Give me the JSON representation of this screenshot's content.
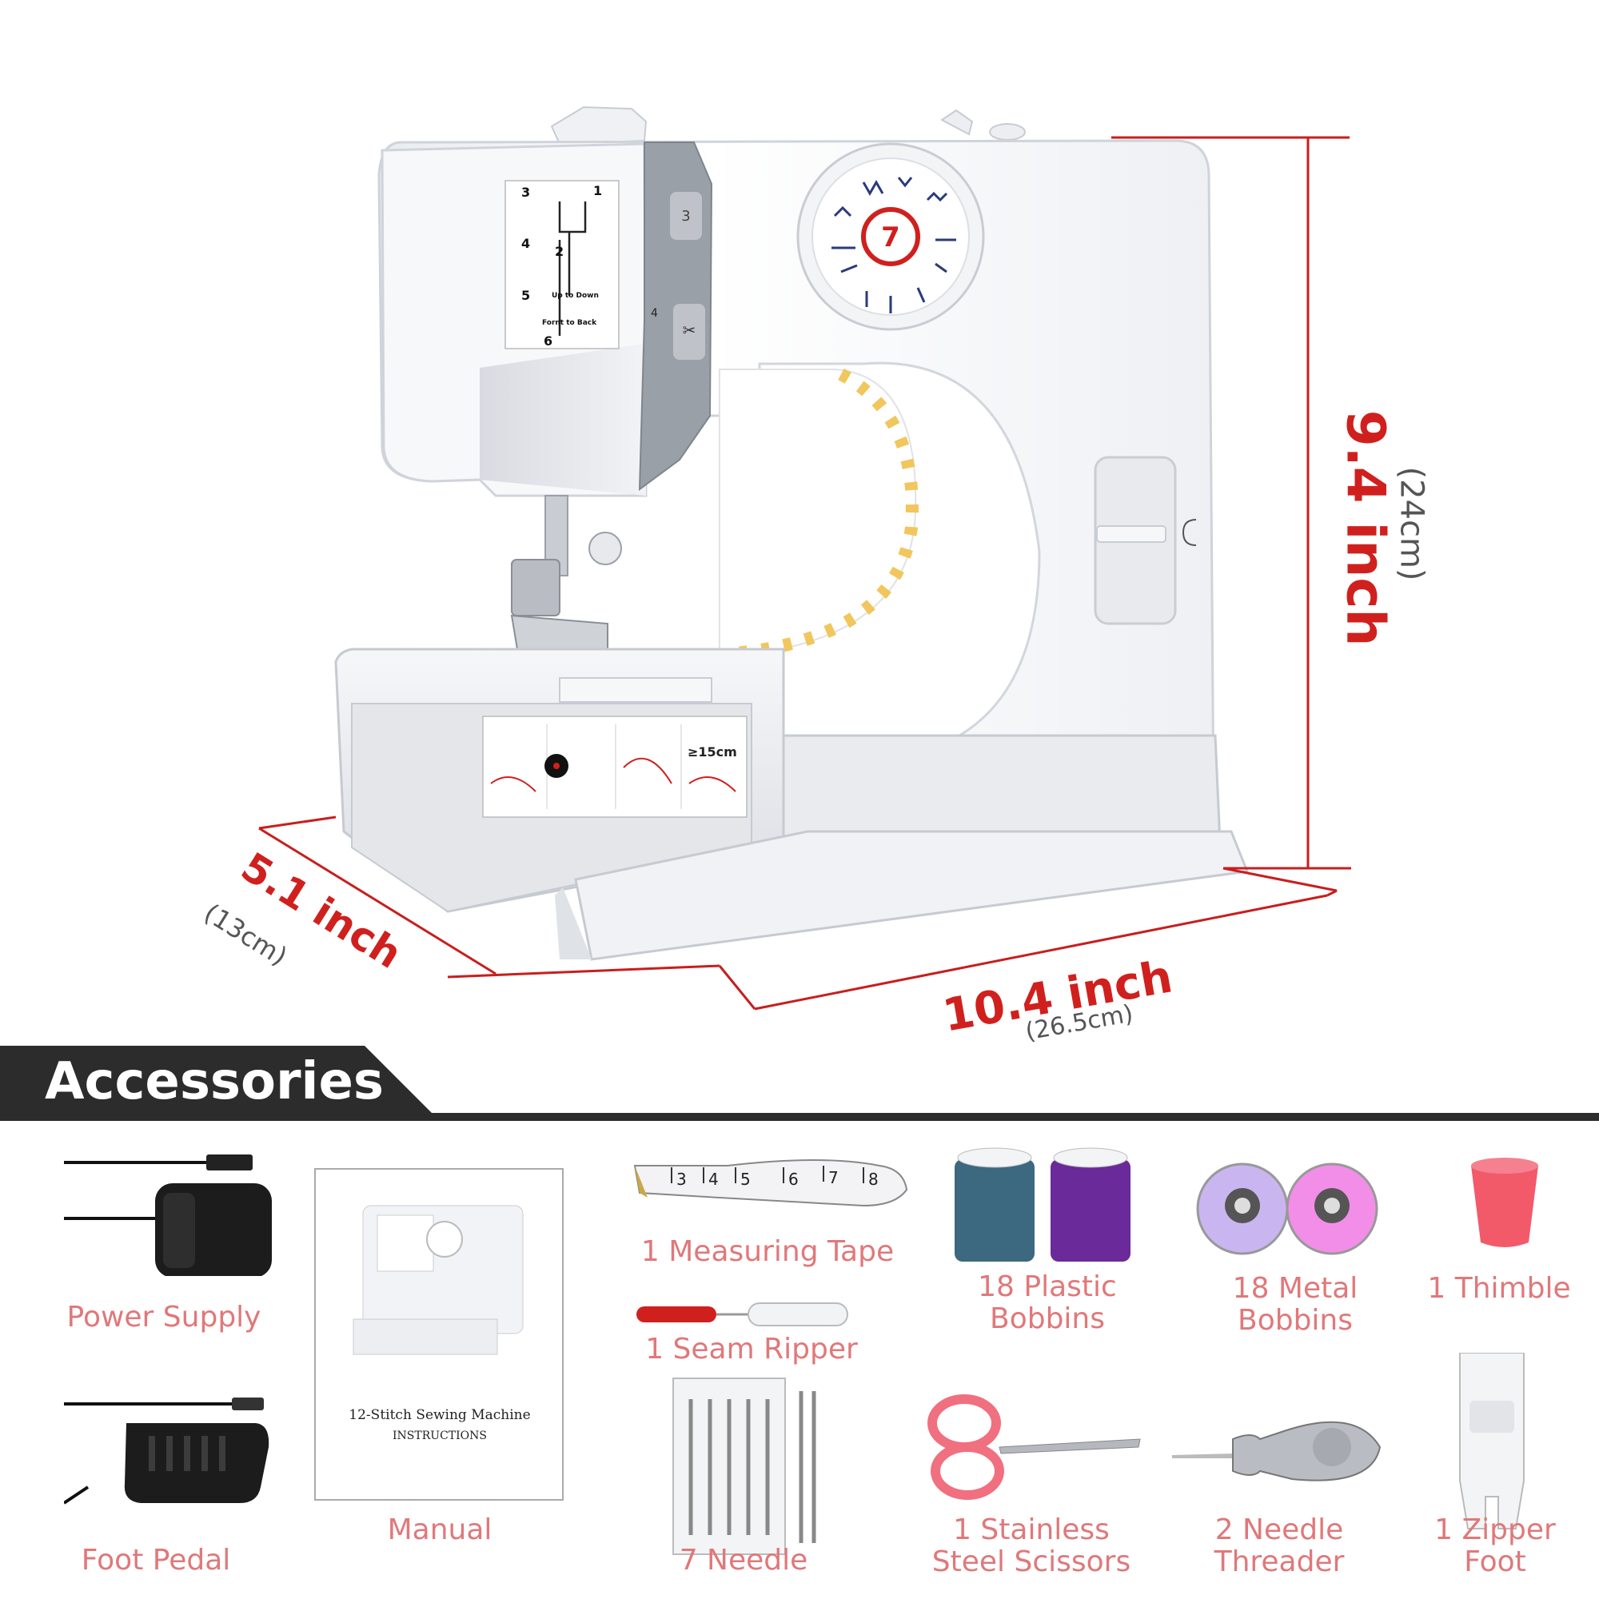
{
  "dimensions": {
    "height": {
      "main": "9.4 inch",
      "sub": "(24cm)"
    },
    "width": {
      "main": "10.4 inch",
      "sub": "(26.5cm)"
    },
    "depth": {
      "main": "5.1 inch",
      "sub": "(13cm)"
    },
    "line_color": "#c81e1e"
  },
  "machine": {
    "threading_numbers": [
      "1",
      "2",
      "3",
      "4",
      "5",
      "6"
    ],
    "threading_up_down": "Up to Down",
    "threading_front_back": "Fornt to Back",
    "side_number": "4",
    "top_number": "3",
    "stitch_selected": "7",
    "bed_sticker_text": "≥15cm"
  },
  "section": {
    "title": "Accessories",
    "banner_color": "#2c2c2c"
  },
  "manual": {
    "title": "12-Stitch Sewing Machine",
    "subtitle": "INSTRUCTIONS"
  },
  "tape_numbers": [
    "3",
    "4",
    "5",
    "6",
    "7",
    "8"
  ],
  "accessories": [
    {
      "id": "power",
      "label": "Power Supply"
    },
    {
      "id": "pedal",
      "label": "Foot Pedal"
    },
    {
      "id": "manual",
      "label": "Manual"
    },
    {
      "id": "tape",
      "label": "1 Measuring Tape"
    },
    {
      "id": "ripper",
      "label": "1 Seam Ripper"
    },
    {
      "id": "needle",
      "label": "7 Needle"
    },
    {
      "id": "plastic",
      "label": "18 Plastic\nBobbins"
    },
    {
      "id": "metal",
      "label": "18 Metal\nBobbins"
    },
    {
      "id": "thimble",
      "label": "1 Thimble"
    },
    {
      "id": "scissors",
      "label": "1 Stainless\nSteel Scissors"
    },
    {
      "id": "threader",
      "label": "2 Needle\nThreader"
    },
    {
      "id": "zipper",
      "label": "1 Zipper\nFoot"
    }
  ],
  "colors": {
    "accent": "#d0201e",
    "label": "#e0787a",
    "thread_blue": "#3c6880",
    "thread_purple": "#6a2a9a",
    "thimble": "#f25a6a"
  }
}
